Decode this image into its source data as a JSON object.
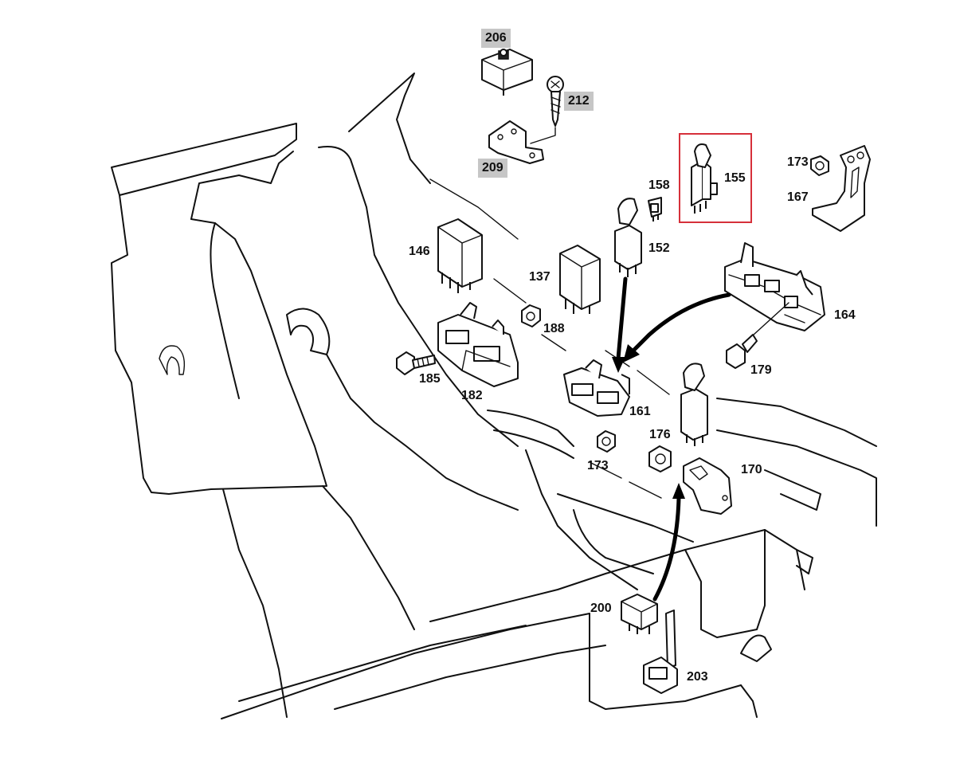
{
  "callouts": {
    "c206": "206",
    "c212": "212",
    "c209": "209",
    "c158": "158",
    "c155": "155",
    "c173a": "173",
    "c167": "167",
    "c146": "146",
    "c137": "137",
    "c152": "152",
    "c164": "164",
    "c188": "188",
    "c185": "185",
    "c182": "182",
    "c179": "179",
    "c161": "161",
    "c176": "176",
    "c173b": "173",
    "c170": "170",
    "c200": "200",
    "c203": "203"
  },
  "colors": {
    "highlight_box": "#d6303a",
    "label_highlight": "#c6c6c6",
    "ink": "#111111"
  }
}
